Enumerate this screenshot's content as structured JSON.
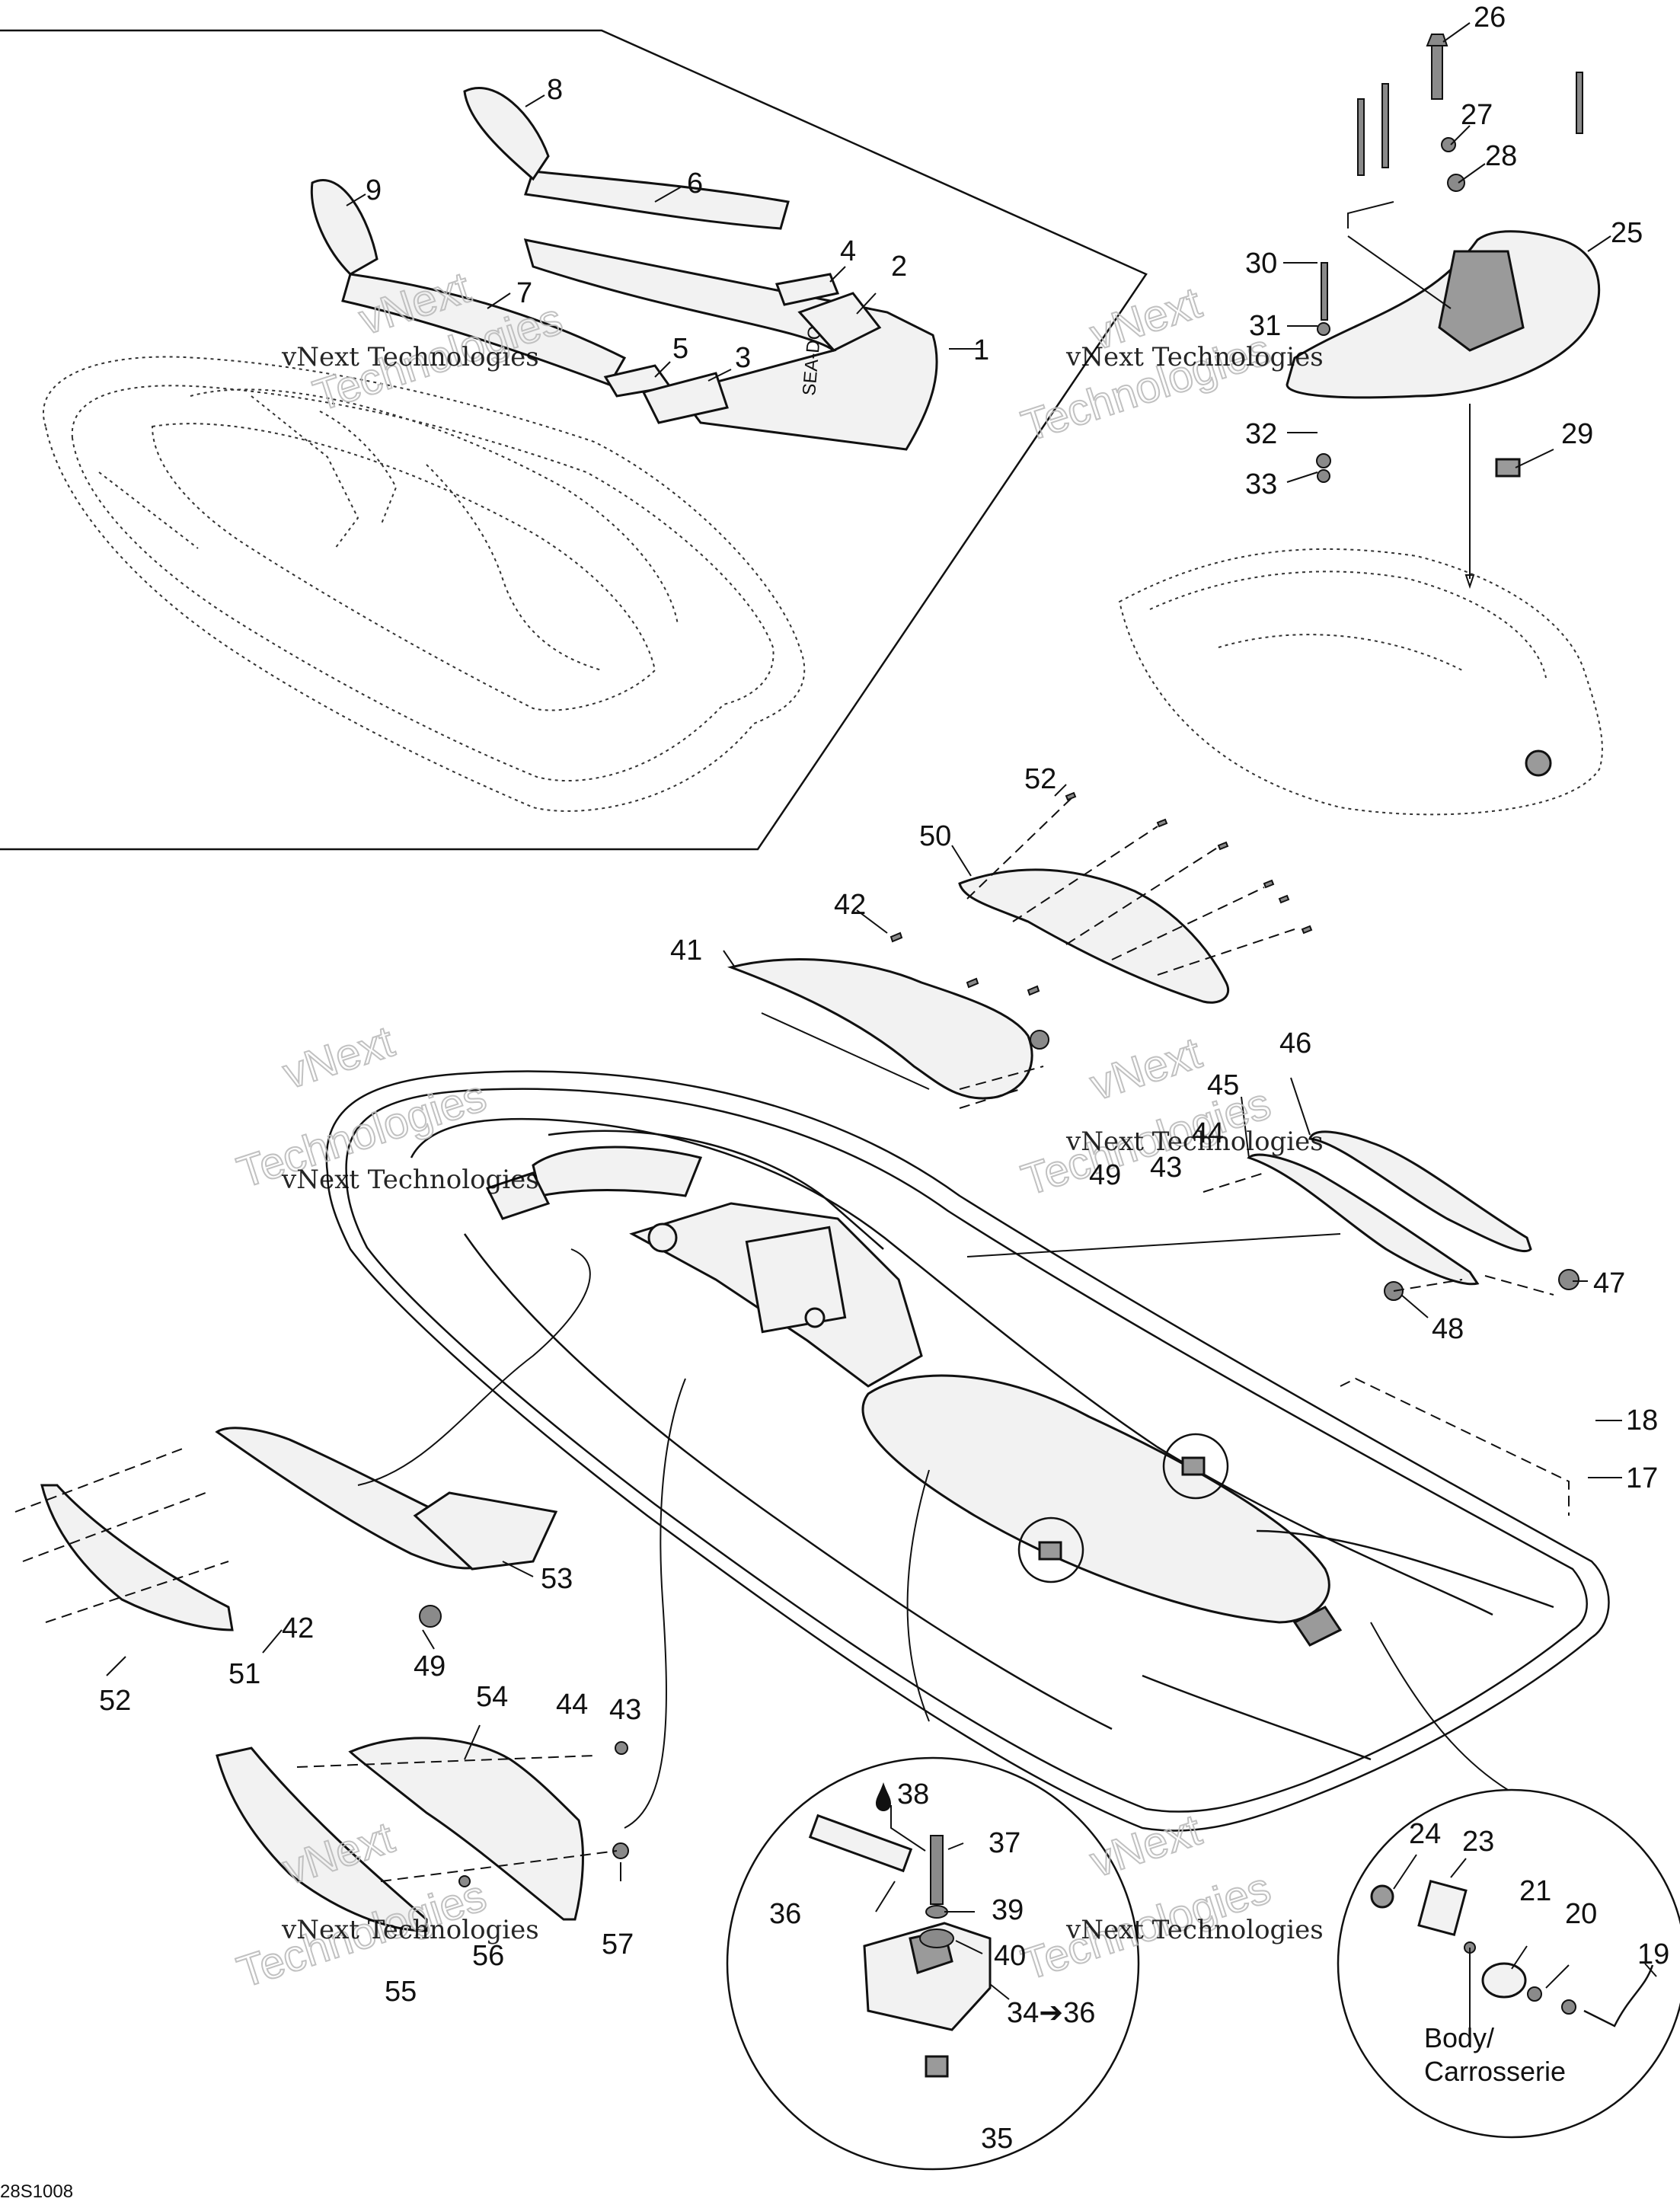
{
  "diagram": {
    "drawing_code": "28S1008",
    "callouts": [
      {
        "id": "c1",
        "label": "1"
      },
      {
        "id": "c2",
        "label": "2"
      },
      {
        "id": "c3",
        "label": "3"
      },
      {
        "id": "c4",
        "label": "4"
      },
      {
        "id": "c5",
        "label": "5"
      },
      {
        "id": "c6",
        "label": "6"
      },
      {
        "id": "c7",
        "label": "7"
      },
      {
        "id": "c8",
        "label": "8"
      },
      {
        "id": "c9",
        "label": "9"
      },
      {
        "id": "c17",
        "label": "17"
      },
      {
        "id": "c18",
        "label": "18"
      },
      {
        "id": "c19",
        "label": "19"
      },
      {
        "id": "c20",
        "label": "20"
      },
      {
        "id": "c21",
        "label": "21"
      },
      {
        "id": "c23",
        "label": "23"
      },
      {
        "id": "c24",
        "label": "24"
      },
      {
        "id": "c25",
        "label": "25"
      },
      {
        "id": "c26",
        "label": "26"
      },
      {
        "id": "c27",
        "label": "27"
      },
      {
        "id": "c28",
        "label": "28"
      },
      {
        "id": "c29",
        "label": "29"
      },
      {
        "id": "c30",
        "label": "30"
      },
      {
        "id": "c31",
        "label": "31"
      },
      {
        "id": "c32",
        "label": "32"
      },
      {
        "id": "c33",
        "label": "33"
      },
      {
        "id": "c34",
        "label": "34➔36"
      },
      {
        "id": "c35",
        "label": "35"
      },
      {
        "id": "c36",
        "label": "36"
      },
      {
        "id": "c37",
        "label": "37"
      },
      {
        "id": "c38",
        "label": "38"
      },
      {
        "id": "c39",
        "label": "39"
      },
      {
        "id": "c40",
        "label": "40"
      },
      {
        "id": "c41",
        "label": "41"
      },
      {
        "id": "c42a",
        "label": "42"
      },
      {
        "id": "c42b",
        "label": "42"
      },
      {
        "id": "c43a",
        "label": "43"
      },
      {
        "id": "c43b",
        "label": "43"
      },
      {
        "id": "c44a",
        "label": "44"
      },
      {
        "id": "c44b",
        "label": "44"
      },
      {
        "id": "c45",
        "label": "45"
      },
      {
        "id": "c46",
        "label": "46"
      },
      {
        "id": "c47",
        "label": "47"
      },
      {
        "id": "c48",
        "label": "48"
      },
      {
        "id": "c49a",
        "label": "49"
      },
      {
        "id": "c49b",
        "label": "49"
      },
      {
        "id": "c50",
        "label": "50"
      },
      {
        "id": "c51",
        "label": "51"
      },
      {
        "id": "c52a",
        "label": "52"
      },
      {
        "id": "c52b",
        "label": "52"
      },
      {
        "id": "c53",
        "label": "53"
      },
      {
        "id": "c54",
        "label": "54"
      },
      {
        "id": "c55",
        "label": "55"
      },
      {
        "id": "c56",
        "label": "56"
      },
      {
        "id": "c57",
        "label": "57"
      }
    ],
    "body_caption_line1": "Body/",
    "body_caption_line2": "Carrosserie",
    "mat_logo_text": "SEA-DOO",
    "watermark_line1": "vNext Technologies",
    "watermark_line2": "vNext",
    "watermark_line3": "Technologies"
  }
}
